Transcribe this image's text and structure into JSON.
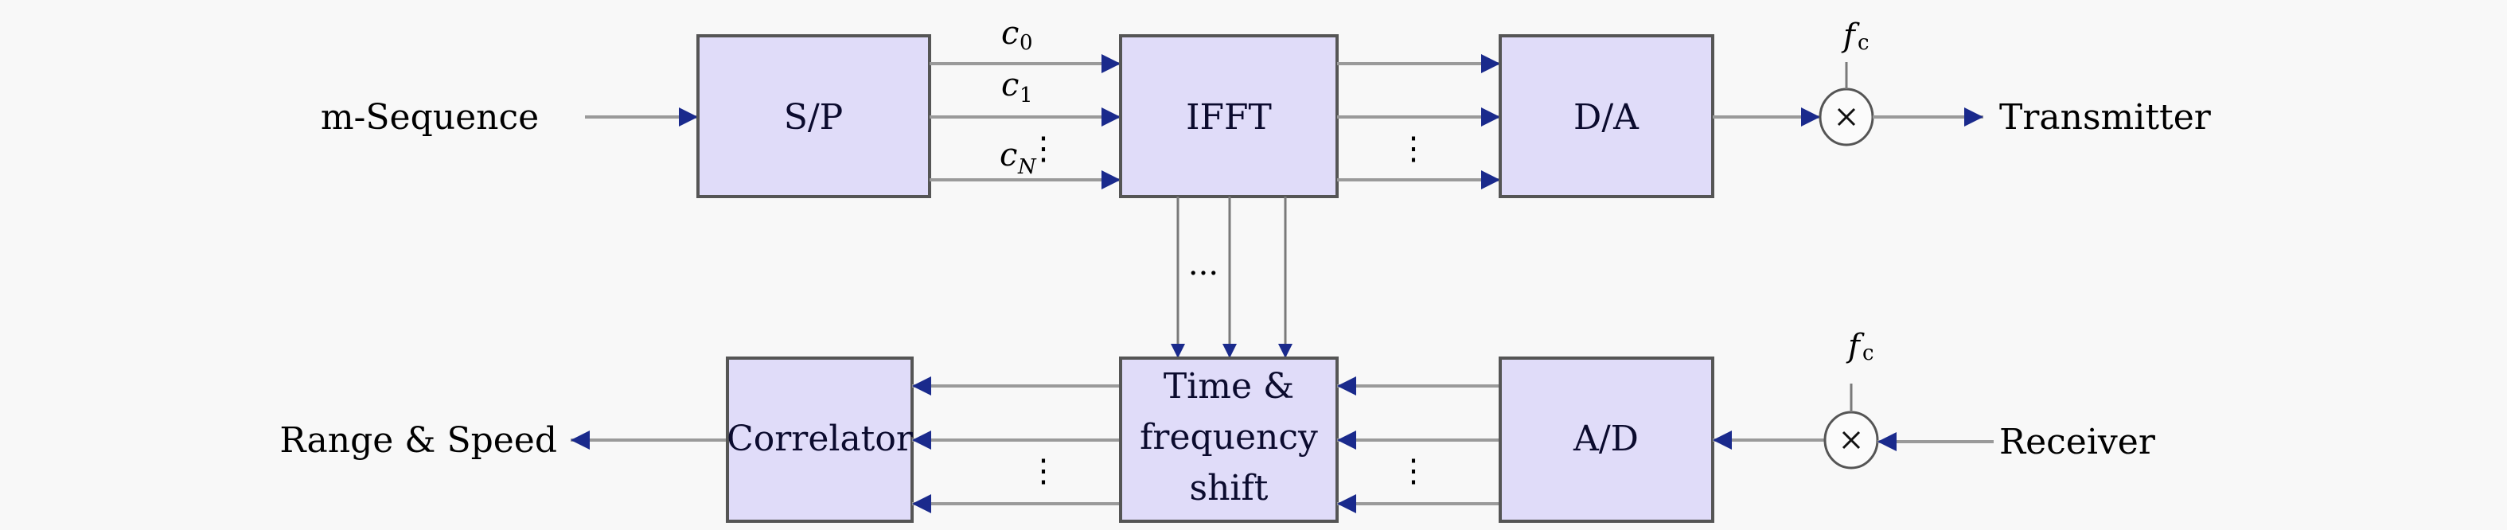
{
  "diagram": {
    "type": "block-diagram",
    "title": "",
    "blocks": {
      "sp": {
        "label": "S/P"
      },
      "ifft": {
        "label": "IFFT"
      },
      "da": {
        "label": "D/A"
      },
      "correlator": {
        "label": "Correlator"
      },
      "tfshift": {
        "line1": "Time &",
        "line2": "frequency",
        "line3": "shift"
      },
      "ad": {
        "label": "A/D"
      }
    },
    "mixers": {
      "tx": {
        "symbol": "×",
        "carrier_label": "f",
        "carrier_sub": "c"
      },
      "rx": {
        "symbol": "×",
        "carrier_label": "f",
        "carrier_sub": "c"
      }
    },
    "external": {
      "input": "m-Sequence",
      "transmitter": "Transmitter",
      "receiver": "Receiver",
      "output": "Range & Speed"
    },
    "subcarriers": [
      {
        "name": "c",
        "sub": "0"
      },
      {
        "name": "c",
        "sub": "1"
      },
      {
        "name": "c",
        "sub": "N"
      }
    ],
    "ellipsis": {
      "vertical": "⋮",
      "horizontal": "..."
    },
    "colors": {
      "block_fill": "#e0dcf9",
      "arrow": "#1a2a8c",
      "wire": "#9a9a9a"
    }
  }
}
